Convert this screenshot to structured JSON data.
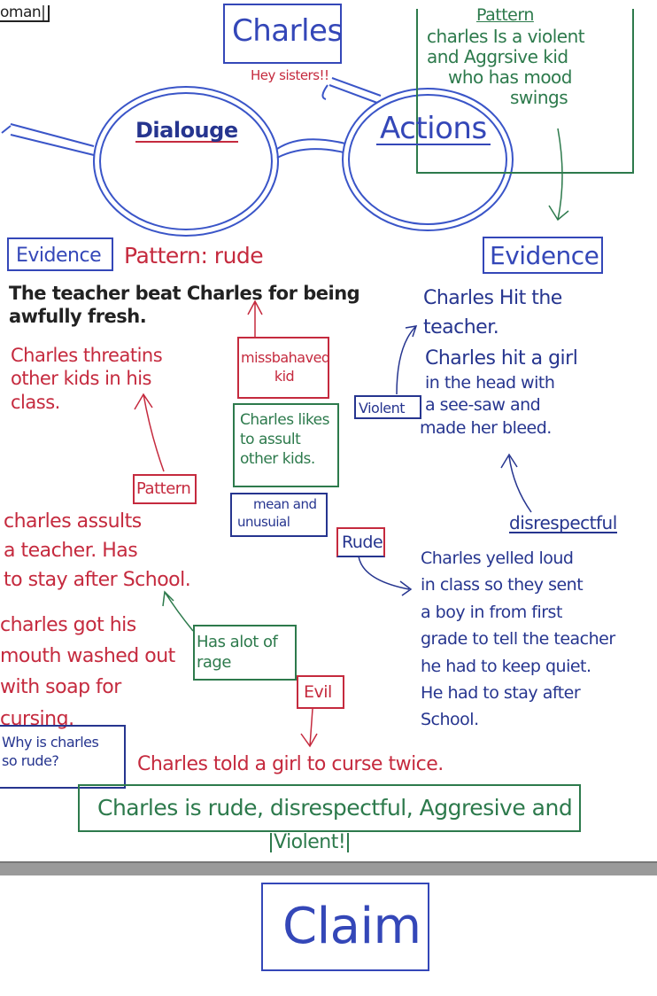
{
  "name_fragment": "oman|",
  "character": "Charles",
  "quote": "Hey sisters!!",
  "pattern_top": {
    "title": "Pattern",
    "lines": [
      "charles Is a violent",
      "and Aggrsive kid",
      "who has mood",
      "swings"
    ]
  },
  "glasses": {
    "left_lens": "Dialouge",
    "right_lens": "Actions"
  },
  "left": {
    "evidence_label": "Evidence",
    "pattern_label": "Pattern: rude",
    "quote_evidence": [
      "The teacher beat Charles for being",
      "awfully fresh."
    ],
    "threatens": [
      "Charles threatins",
      "other kids in his",
      "class."
    ],
    "pattern_box": "Pattern",
    "assults": [
      "charles assults",
      "a teacher. Has",
      "to stay after School."
    ],
    "mouth": [
      "charles got his",
      "mouth washed out",
      "with soap for",
      "cursing."
    ],
    "question": [
      "Why is charles",
      "so rude?"
    ]
  },
  "center": {
    "missbehaved": [
      "missbahaved",
      "kid"
    ],
    "likes": [
      "Charles likes",
      "to assult",
      "other kids."
    ],
    "mean": [
      "mean and",
      "unusuial"
    ],
    "rage": [
      "Has alot of",
      "rage"
    ],
    "evil": "Evil",
    "rude": "Rude",
    "curse": "Charles told a girl to curse twice."
  },
  "right": {
    "evidence_label": "Evidence",
    "hit_teacher": [
      "Charles Hit the",
      "teacher."
    ],
    "hit_girl": [
      "Charles hit a girl",
      "in the head with",
      "a see-saw and",
      "made her bleed."
    ],
    "violent": "Violent",
    "disrespectful": "disrespectful",
    "yelled": [
      "Charles yelled loud",
      "in class so they sent",
      "a boy in from first",
      "grade to tell the teacher",
      "he had to keep quiet.",
      "He had to stay after",
      "School."
    ]
  },
  "summary": [
    "Charles is rude, disrespectful, Aggresive and",
    "Violent!"
  ],
  "claim_label": "Claim",
  "colors": {
    "blue": "#3447b8",
    "red": "#c52a3e",
    "green": "#2d7a4c",
    "black": "#222222"
  }
}
